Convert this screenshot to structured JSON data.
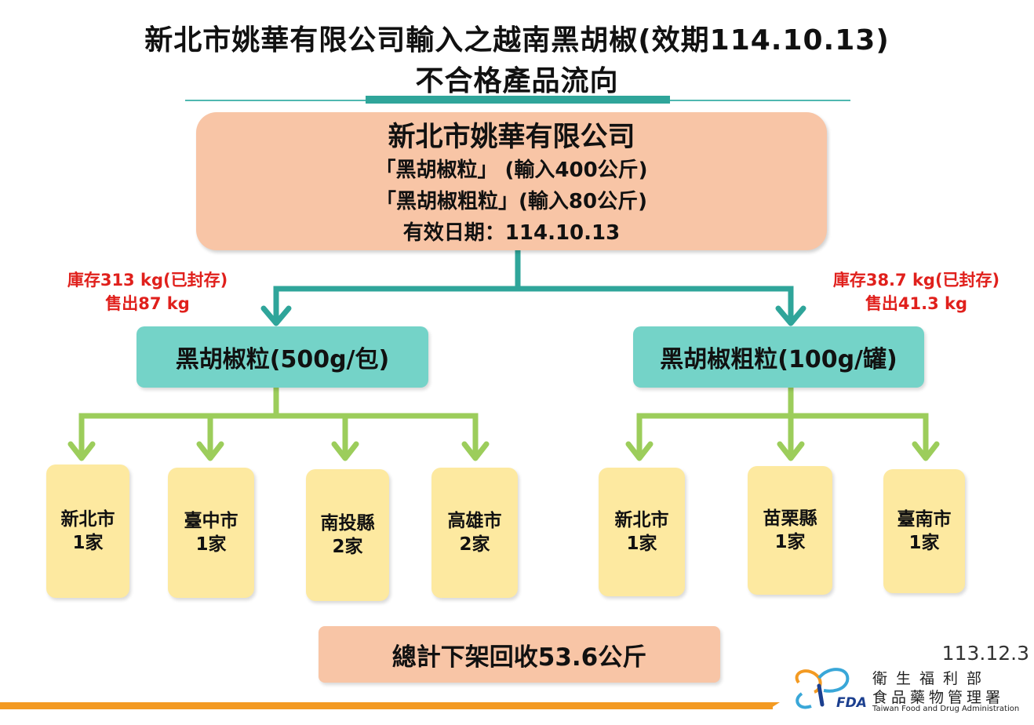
{
  "title": {
    "line1": "新北市姚華有限公司輸入之越南黑胡椒(效期114.10.13)",
    "line2": "不合格產品流向"
  },
  "source": {
    "name": "新北市姚華有限公司",
    "item1": "「黑胡椒粒」 (輸入400公斤)",
    "item2": "「黑胡椒粗粒」(輸入80公斤)",
    "expiry": "有效日期：114.10.13"
  },
  "notes": {
    "left": {
      "stock": "庫存313 kg(已封存)",
      "sold": "售出87 kg"
    },
    "right": {
      "stock": "庫存38.7 kg(已封存)",
      "sold": "售出41.3 kg"
    }
  },
  "products": {
    "left": "黑胡椒粒(500g/包)",
    "right": "黑胡椒粗粒(100g/罐)"
  },
  "destinations": {
    "left": [
      {
        "place": "新北市",
        "count": "1家"
      },
      {
        "place": "臺中市",
        "count": "1家"
      },
      {
        "place": "南投縣",
        "count": "2家"
      },
      {
        "place": "高雄市",
        "count": "2家"
      }
    ],
    "right": [
      {
        "place": "新北市",
        "count": "1家"
      },
      {
        "place": "苗栗縣",
        "count": "1家"
      },
      {
        "place": "臺南市",
        "count": "1家"
      }
    ]
  },
  "total": "總計下架回收53.6公斤",
  "date": "113.12.3",
  "logo": {
    "line1": "衛生福利部",
    "line2": "食品藥物管理署",
    "line3": "Taiwan Food and Drug Administration",
    "abbr": "FDA"
  },
  "colors": {
    "teal": "#2fa59a",
    "green_arrow": "#9ccd5b",
    "salmon_box": "#f8c5a6",
    "teal_box": "#74d3c8",
    "yellow_box": "#fde9a0",
    "red_note": "#e0201c",
    "orange_bar": "#f39a22"
  }
}
